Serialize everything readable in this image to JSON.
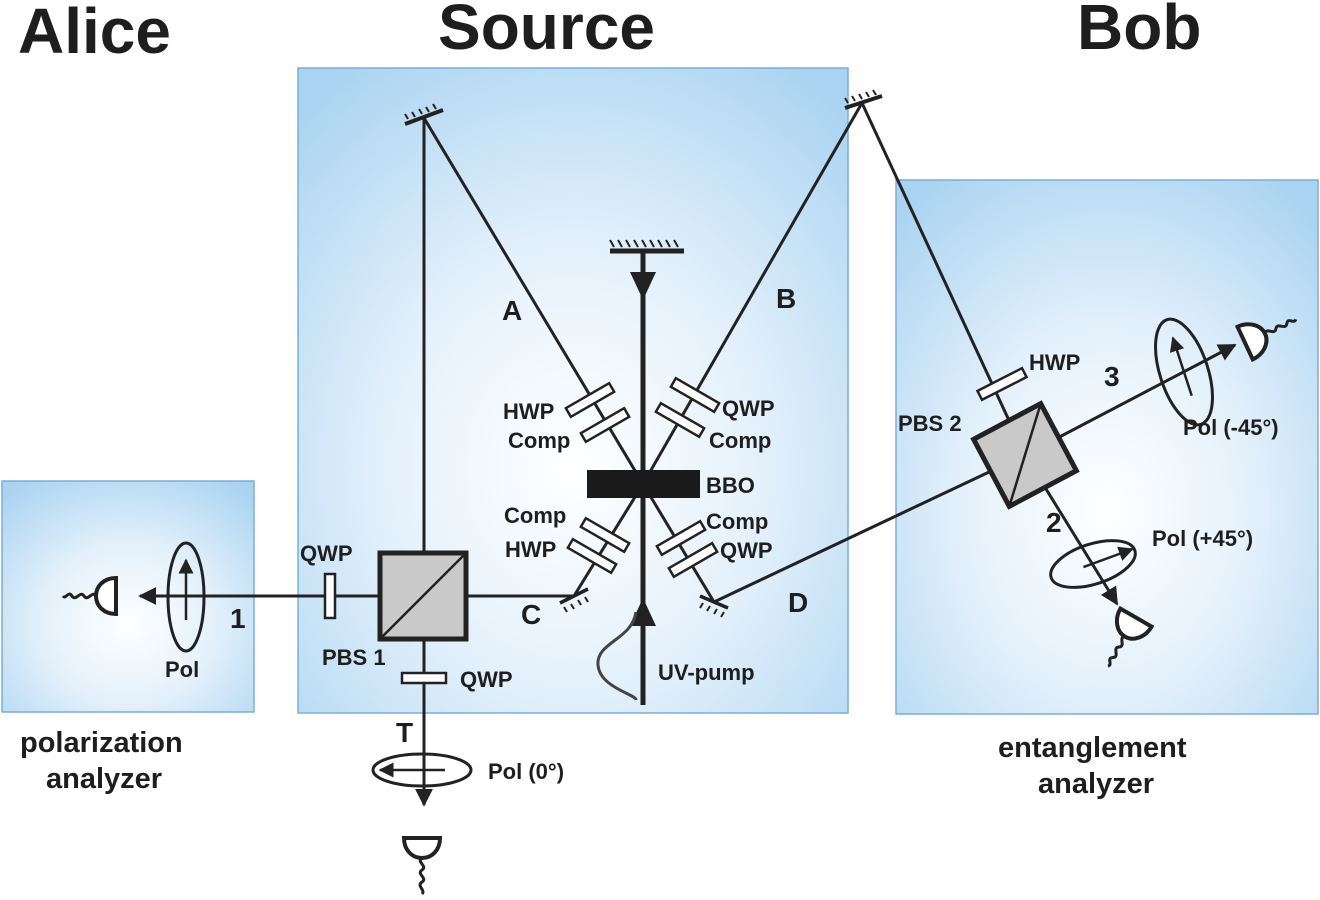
{
  "sections": {
    "alice": "Alice",
    "source": "Source",
    "bob": "Bob"
  },
  "captions": {
    "alice_line1": "polarization",
    "alice_line2": "analyzer",
    "bob_line1": "entanglement",
    "bob_line2": "analyzer"
  },
  "beam_labels": {
    "A": "A",
    "B": "B",
    "C": "C",
    "D": "D",
    "T": "T",
    "one": "1",
    "two": "2",
    "three": "3"
  },
  "components": {
    "bbo": "BBO",
    "uv_pump": "UV-pump",
    "hwp_upper_left": "HWP",
    "comp_upper_left": "Comp",
    "qwp_upper_right": "QWP",
    "comp_upper_right": "Comp",
    "comp_lower_left": "Comp",
    "hwp_lower_left": "HWP",
    "comp_lower_right": "Comp",
    "qwp_lower_right": "QWP",
    "qwp_alice": "QWP",
    "pbs1": "PBS 1",
    "qwp_trigger": "QWP",
    "pol_trigger": "Pol (0°)",
    "pol_alice": "Pol",
    "pbs2": "PBS 2",
    "hwp_bob": "HWP",
    "pol_minus45": "Pol (-45°)",
    "pol_plus45": "Pol (+45°)"
  },
  "colors": {
    "panel_center": "#ffffff",
    "panel_edge": "#a9d3f1",
    "panel_border": "#7aaed4",
    "ink": "#1e1e1e",
    "cube_fill": "#c9c9c9"
  }
}
